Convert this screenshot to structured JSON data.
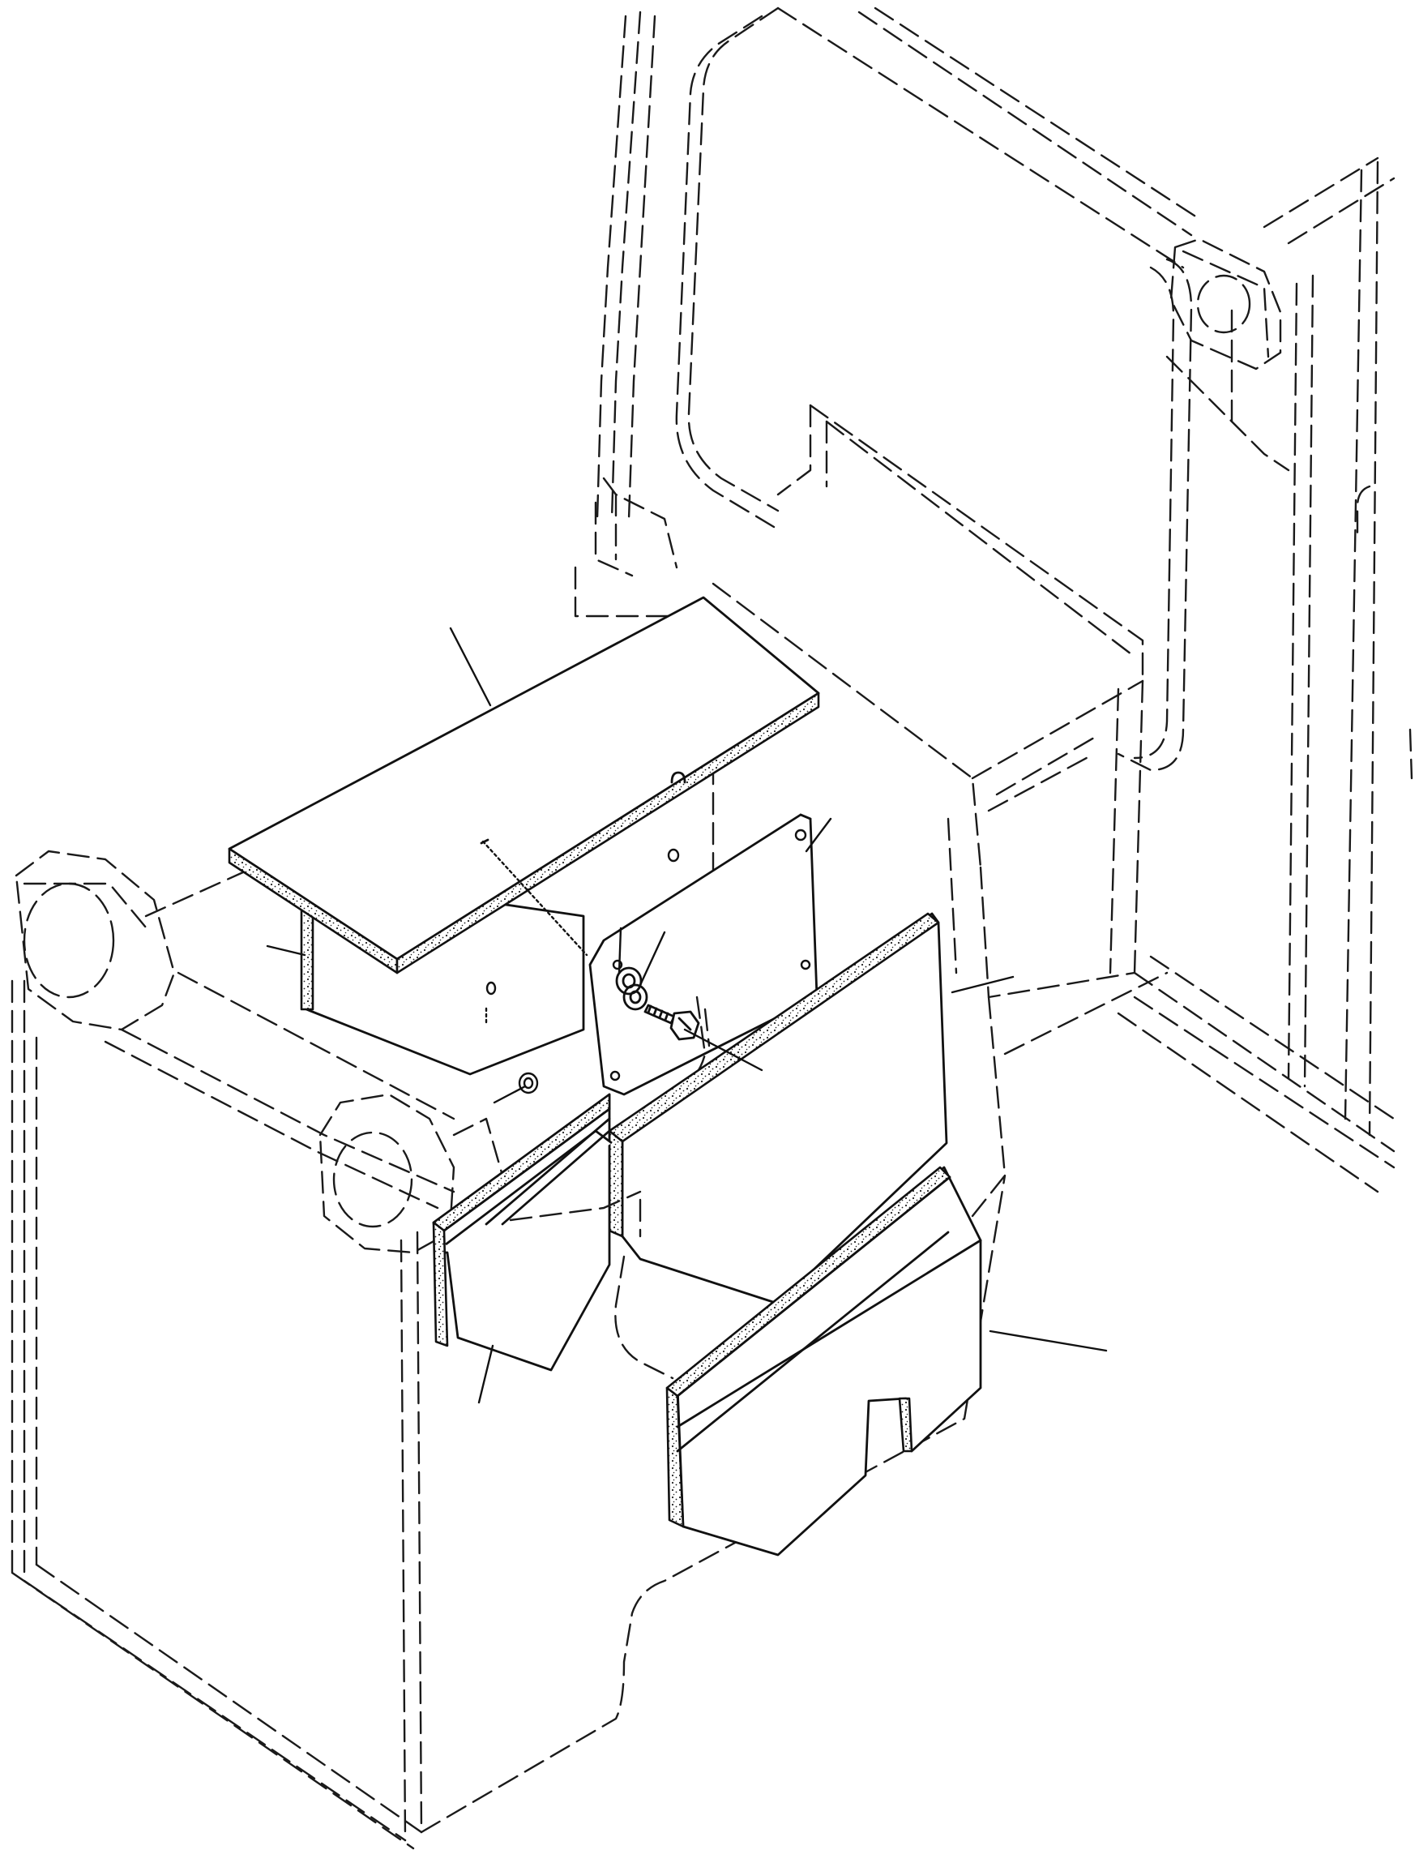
{
  "diagram": {
    "kind": "exploded-isometric-parts-drawing",
    "parts": [
      {
        "id": "top-insulation-pad",
        "style": "solid-speckled-edge"
      },
      {
        "id": "left-side-insulation-pad",
        "style": "solid-speckled-edge"
      },
      {
        "id": "mounting-bracket-plate",
        "style": "solid"
      },
      {
        "id": "center-insulation-pad",
        "style": "solid-speckled-edge"
      },
      {
        "id": "lower-right-insulation-pad",
        "style": "solid-speckled-edge"
      },
      {
        "id": "bolt",
        "style": "solid"
      },
      {
        "id": "lock-washer",
        "style": "solid"
      },
      {
        "id": "flat-washer",
        "style": "solid"
      }
    ],
    "context": [
      {
        "id": "cab-frame",
        "style": "dashed"
      },
      {
        "id": "machine-body",
        "style": "dashed"
      },
      {
        "id": "engine-compartment-box",
        "style": "dashed"
      }
    ],
    "callouts": [
      {
        "id": "callout-top-pad",
        "label": ""
      },
      {
        "id": "callout-left-upper-pad",
        "label": ""
      },
      {
        "id": "callout-bracket",
        "label": ""
      },
      {
        "id": "callout-washer",
        "label": ""
      },
      {
        "id": "callout-bolt",
        "label": ""
      },
      {
        "id": "callout-nut-hole",
        "label": ""
      },
      {
        "id": "callout-center-pad",
        "label": ""
      },
      {
        "id": "callout-left-lower-pad",
        "label": ""
      },
      {
        "id": "callout-right-lower-pad",
        "label": ""
      }
    ]
  }
}
